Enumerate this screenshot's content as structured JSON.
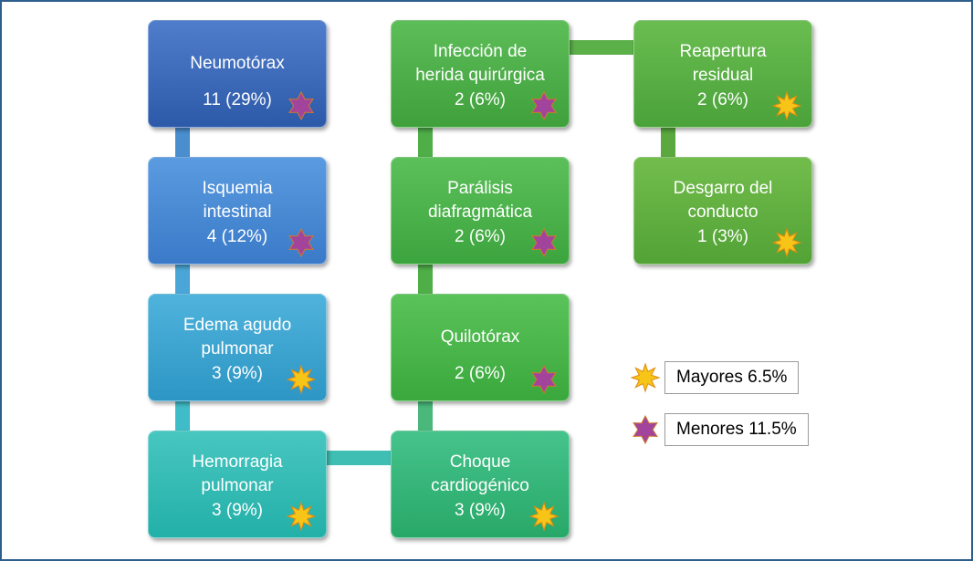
{
  "colors": {
    "frame": "#2e5e8c",
    "connector_blue": "#4a8ed0",
    "connector_teal": "#3fbfb4",
    "connector_green": "#4fae48",
    "star_major": "#f7c418",
    "star_minor": "#a2449c"
  },
  "nodes": [
    {
      "id": "neumotorax",
      "label": "Neumotórax",
      "value": "11 (29%)",
      "severity": "minor",
      "color_top": "#4f7dcc",
      "color_bottom": "#2d5aa8"
    },
    {
      "id": "isquemia",
      "label": "Isquemia\nintestinal",
      "value": "4 (12%)",
      "severity": "minor",
      "color_top": "#5a9be0",
      "color_bottom": "#3a7ac8"
    },
    {
      "id": "edema",
      "label": "Edema agudo\npulmonar",
      "value": "3 (9%)",
      "severity": "major",
      "color_top": "#4fb3dc",
      "color_bottom": "#2d96c4"
    },
    {
      "id": "hemorragia",
      "label": "Hemorragia\npulmonar",
      "value": "3 (9%)",
      "severity": "major",
      "color_top": "#48c6c0",
      "color_bottom": "#22b0a8"
    },
    {
      "id": "choque",
      "label": "Choque\ncardiogénico",
      "value": "3 (9%)",
      "severity": "major",
      "color_top": "#45c38c",
      "color_bottom": "#28a868"
    },
    {
      "id": "quilotorax",
      "label": "Quilotórax",
      "value": "2 (6%)",
      "severity": "minor",
      "color_top": "#5ac35a",
      "color_bottom": "#3aa83c"
    },
    {
      "id": "paralisis",
      "label": "Parálisis\ndiafragmática",
      "value": "2 (6%)",
      "severity": "minor",
      "color_top": "#5cc05a",
      "color_bottom": "#3ca43e"
    },
    {
      "id": "infeccion",
      "label": "Infección de\nherida quirúrgica",
      "value": "2 (6%)",
      "severity": "minor",
      "color_top": "#5dbe58",
      "color_bottom": "#3fa03c"
    },
    {
      "id": "reapertura",
      "label": "Reapertura\nresidual",
      "value": "2 (6%)",
      "severity": "major",
      "color_top": "#6abd50",
      "color_bottom": "#4aa23a"
    },
    {
      "id": "desgarro",
      "label": "Desgarro del\nconducto",
      "value": "1 (3%)",
      "severity": "major",
      "color_top": "#72bd4c",
      "color_bottom": "#52a236"
    }
  ],
  "legend": [
    {
      "severity": "major",
      "label": "Mayores 6.5%"
    },
    {
      "severity": "minor",
      "label": "Menores 11.5%"
    }
  ]
}
